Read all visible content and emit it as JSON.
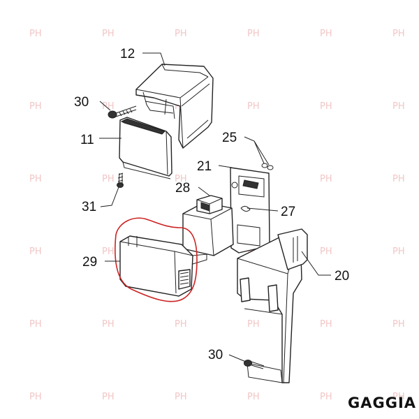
{
  "diagram": {
    "callouts": {
      "c12": "12",
      "c30a": "30",
      "c11": "11",
      "c25": "25",
      "c21": "21",
      "c28": "28",
      "c27": "27",
      "c31": "31",
      "c29": "29",
      "c20": "20",
      "c30b": "30"
    },
    "brand": "GAGGIA",
    "watermark": "PH",
    "colors": {
      "highlight": "#cc2222",
      "line": "#222222",
      "watermark": "#f2c6c6"
    }
  }
}
